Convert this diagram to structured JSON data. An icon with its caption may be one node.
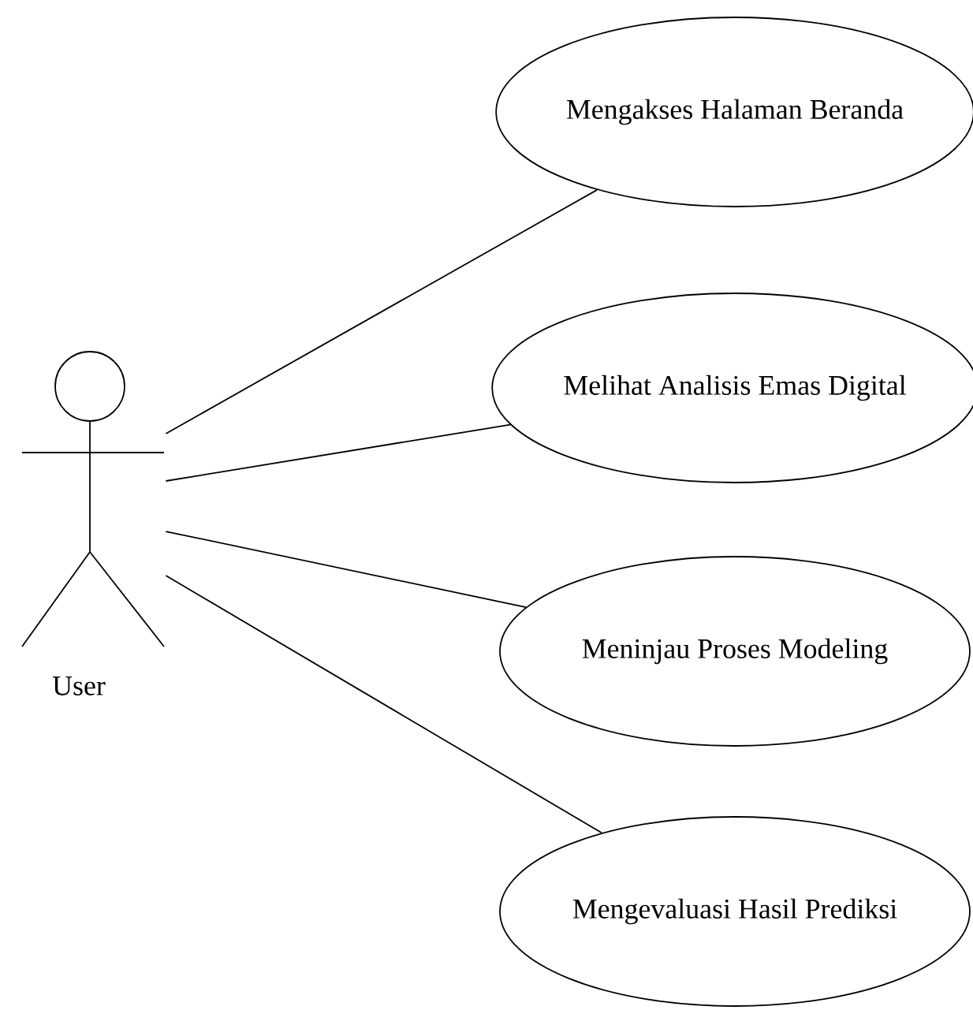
{
  "diagram": {
    "nodes": [
      {
        "text": [
          "User"
        ]
      },
      {
        "text": [
          "Mengakses Halaman Beranda"
        ]
      },
      {
        "text": [
          "Melihat Analisis Emas Digital"
        ]
      },
      {
        "text": [
          "Meninjau Proses Modeling"
        ]
      },
      {
        "text": [
          "Mengevaluasi Hasil Prediksi"
        ]
      }
    ],
    "edges": [
      {
        "from": 0,
        "to": 1,
        "arrow": "none"
      },
      {
        "from": 0,
        "to": 2,
        "arrow": "none"
      },
      {
        "from": 0,
        "to": 3,
        "arrow": "none"
      },
      {
        "from": 0,
        "to": 4,
        "arrow": "none"
      }
    ]
  }
}
